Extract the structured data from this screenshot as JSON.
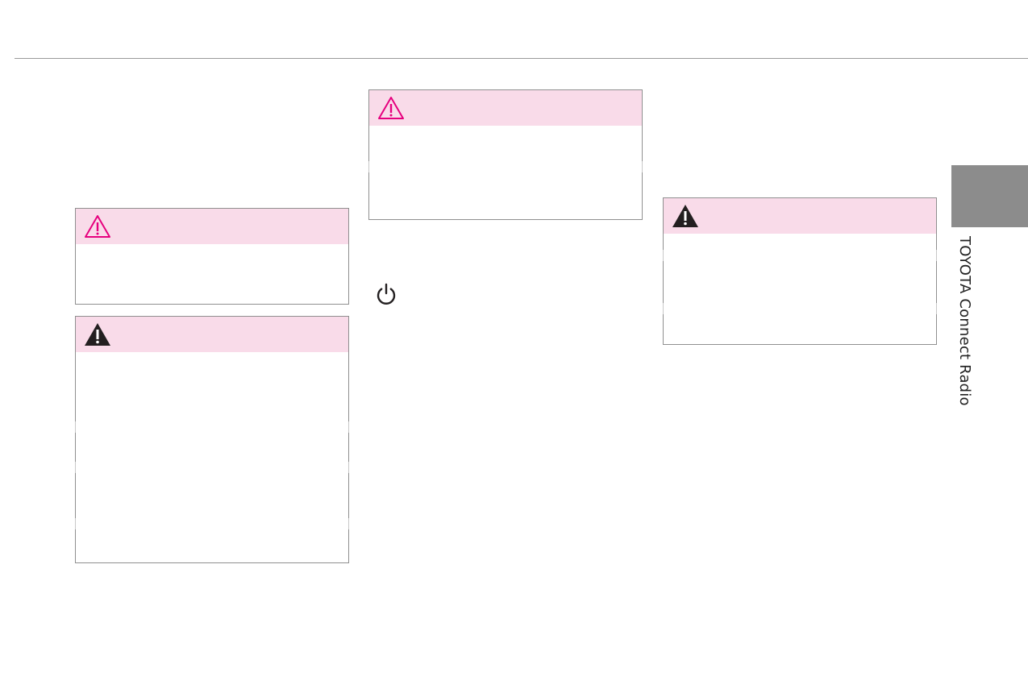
{
  "page": {
    "chapter_tab_label": "TOYOTA Connect Radio"
  },
  "notices": [
    {
      "kind": "caution",
      "icon": "caution-outline-icon",
      "icon_color": "#e6007e"
    },
    {
      "kind": "warning",
      "icon": "warning-filled-icon",
      "icon_color": "#231f20"
    },
    {
      "kind": "caution",
      "icon": "caution-outline-icon",
      "icon_color": "#e6007e"
    },
    {
      "kind": "warning",
      "icon": "warning-filled-icon",
      "icon_color": "#231f20"
    }
  ],
  "icons": {
    "power": "power-icon"
  },
  "colors": {
    "notice_header_bg": "#f9dbe9",
    "notice_border": "#8f8f8f",
    "chapter_tab_bg": "#8c8c8c",
    "caution_accent": "#e6007e",
    "warning_accent": "#231f20"
  }
}
